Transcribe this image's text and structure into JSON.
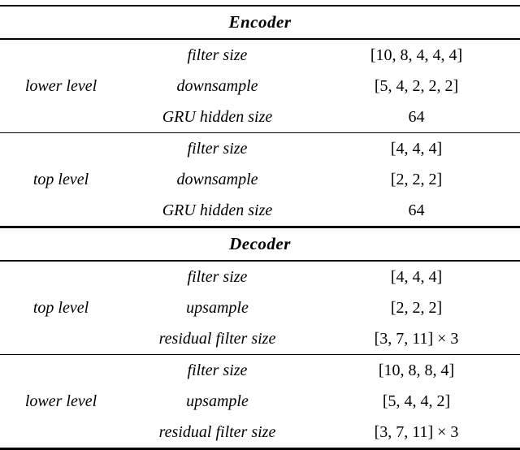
{
  "table": {
    "sections": [
      {
        "title": "Encoder",
        "groups": [
          {
            "label": "lower level",
            "rows": [
              {
                "name": "filter size",
                "value": "[10, 8, 4, 4, 4]"
              },
              {
                "name": "downsample",
                "value": "[5, 4, 2, 2, 2]"
              },
              {
                "name": "GRU hidden size",
                "value": "64"
              }
            ]
          },
          {
            "label": "top level",
            "rows": [
              {
                "name": "filter size",
                "value": "[4, 4, 4]"
              },
              {
                "name": "downsample",
                "value": "[2, 2, 2]"
              },
              {
                "name": "GRU hidden size",
                "value": "64"
              }
            ]
          }
        ]
      },
      {
        "title": "Decoder",
        "groups": [
          {
            "label": "top level",
            "rows": [
              {
                "name": "filter size",
                "value": "[4, 4, 4]"
              },
              {
                "name": "upsample",
                "value": "[2, 2, 2]"
              },
              {
                "name": "residual filter size",
                "value": "[3, 7, 11] × 3"
              }
            ]
          },
          {
            "label": "lower level",
            "rows": [
              {
                "name": "filter size",
                "value": "[10, 8, 8, 4]"
              },
              {
                "name": "upsample",
                "value": "[5, 4, 4, 2]"
              },
              {
                "name": "residual filter size",
                "value": "[3, 7, 11] × 3"
              }
            ]
          }
        ]
      }
    ]
  }
}
